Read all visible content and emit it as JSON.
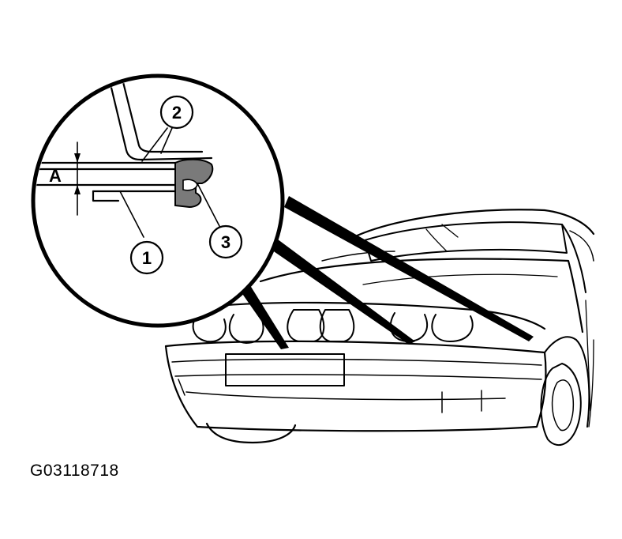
{
  "figure": {
    "id": "G03118718"
  },
  "callouts": {
    "one": "1",
    "two": "2",
    "three": "3",
    "dimension": "A"
  },
  "colors": {
    "ink": "#000000",
    "background": "#ffffff",
    "seal_fill": "#7a7a7a"
  }
}
